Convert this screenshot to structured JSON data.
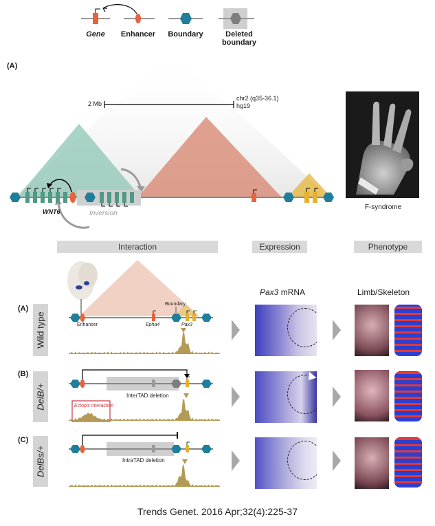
{
  "legend": {
    "gene": "Gene",
    "enhancer": "Enhancer",
    "boundary": "Boundary",
    "deleted_boundary_line1": "Deleted",
    "deleted_boundary_line2": "boundary"
  },
  "panel_top": {
    "tag": "(A)",
    "scale_label": "2 Mb",
    "locus_line1": "chr2 (q35-36.1)",
    "locus_line2": "hg19",
    "gene_label": "WNT6",
    "inversion_label": "Inversion",
    "photo_caption": "F-syndrome"
  },
  "headers": {
    "interaction": "Interaction",
    "expression": "Expression",
    "phenotype": "Phenotype"
  },
  "expression_title_gene": "Pax3",
  "expression_title_rest": " mRNA",
  "phenotype_title": "Limb/Skeleton",
  "rows": [
    {
      "tag": "(A)",
      "genotype": "Wild type",
      "labels": {
        "enhancer": "Enhancer",
        "gene1": "Epha4",
        "gene2": "Pax3",
        "boundary": "Boundary"
      }
    },
    {
      "tag": "(B)",
      "genotype": "DelB/+",
      "deletion": "InterTAD deletion",
      "ectopic": "Ectopic interaction"
    },
    {
      "tag": "(C)",
      "genotype": "DelBs/+",
      "deletion": "IntraTAD deletion"
    }
  ],
  "citation": "Trends Genet. 2016 Apr;32(4):225-37",
  "colors": {
    "enhancer": "#e8633a",
    "boundary": "#1f7f9a",
    "gene_green": "#4f9a86",
    "pax3": "#e6b12b",
    "tad_red": "#d98a74",
    "tad_green": "#8ec5b4",
    "signal": "#b39a55"
  }
}
